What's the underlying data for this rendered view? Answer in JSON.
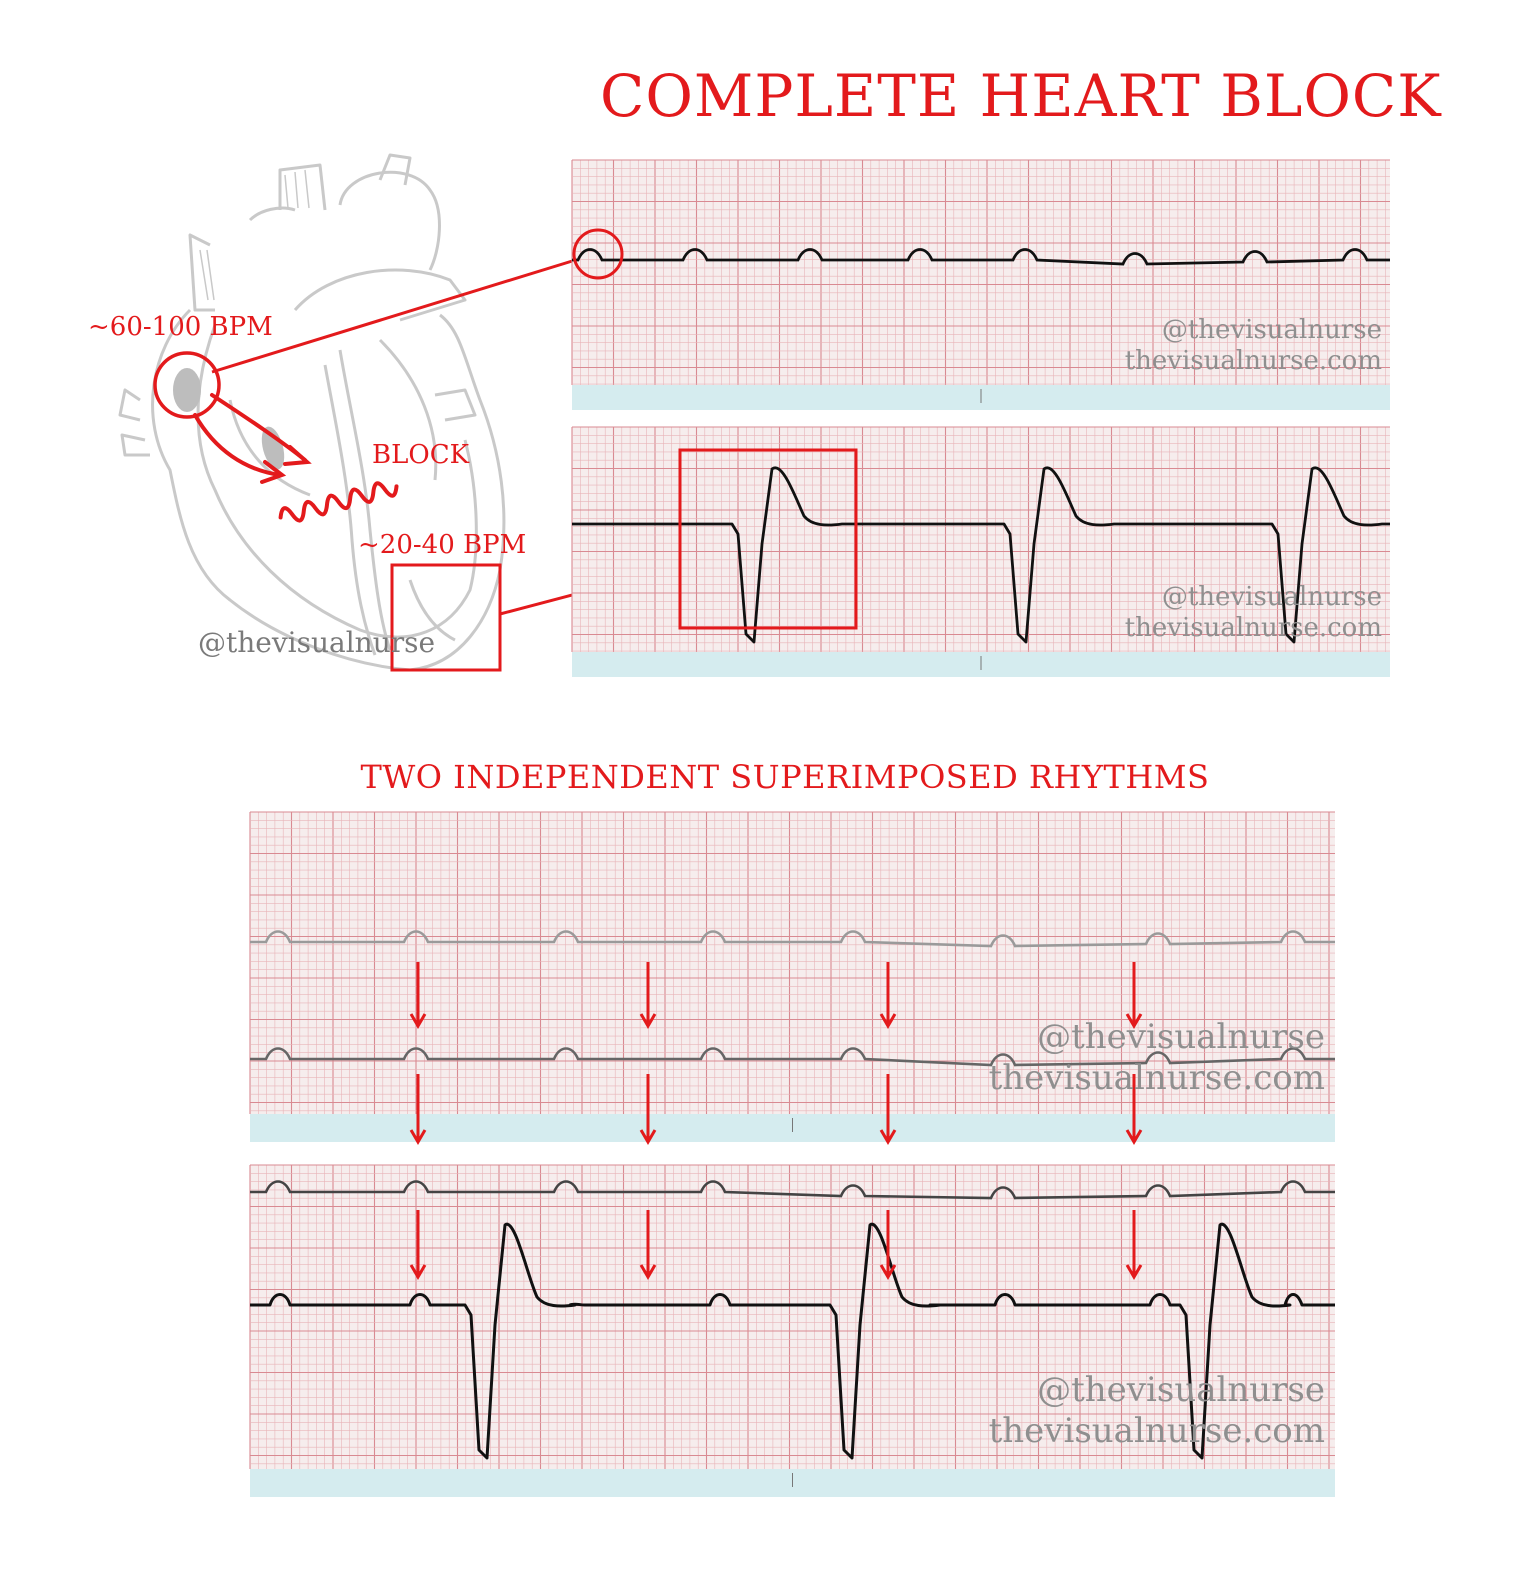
{
  "title": "COMPLETE HEART BLOCK",
  "subtitle": "TWO INDEPENDENT SUPERIMPOSED RHYTHMS",
  "heart": {
    "sa_rate": "~60-100 BPM",
    "block": "BLOCK",
    "ventricular_rate": "~20-40 BPM",
    "handle": "@thevisualnurse"
  },
  "watermark": {
    "handle": "@thevisualnurse",
    "site": "thevisualnurse.com"
  },
  "colors": {
    "accent": "#e31a1c",
    "grid_minor": "#e8b4b8",
    "grid_major": "#d98a92",
    "paper": "#f6eded",
    "trace": "#111111",
    "trace_faded": "#9a9a9a"
  }
}
